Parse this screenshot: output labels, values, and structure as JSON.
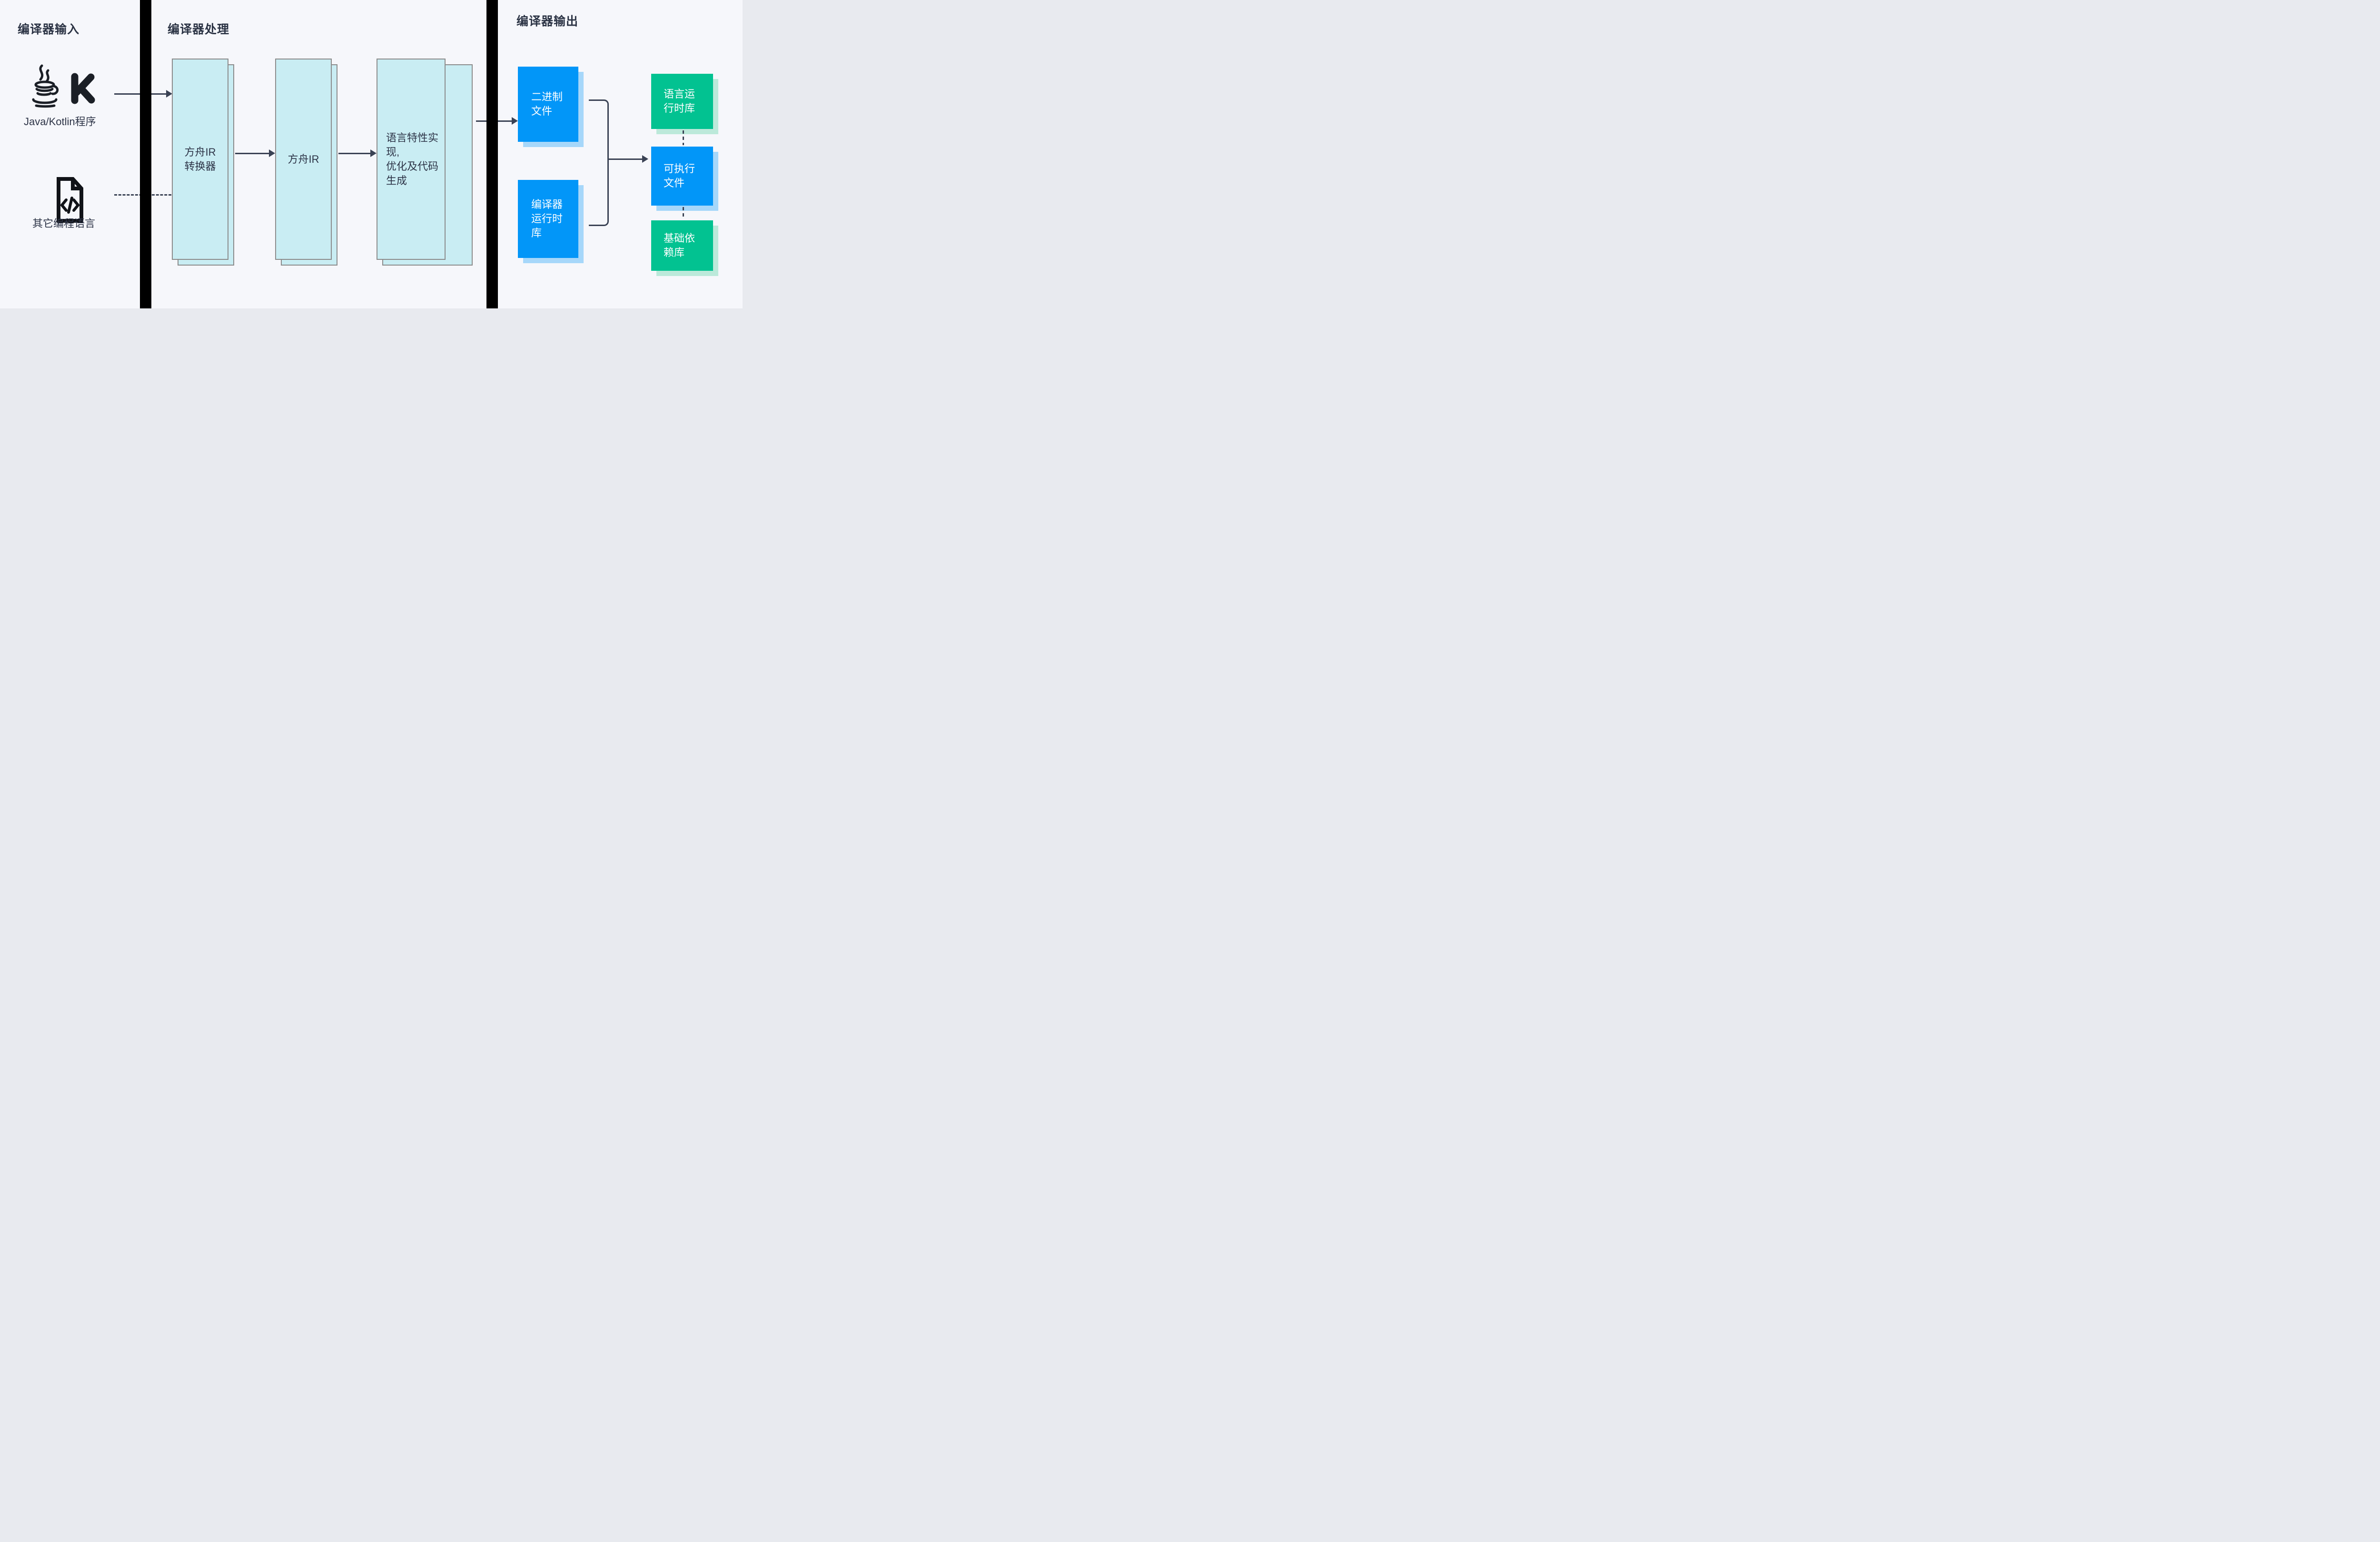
{
  "diagram": {
    "background": "#f6f7fb",
    "divider_color": "#000000",
    "line_color": "#3a4254",
    "sections": {
      "input": {
        "title": "编译器输入",
        "java_kotlin_label": "Java/Kotlin程序",
        "other_languages_label": "其它编程语言",
        "icons": [
          "java-logo",
          "kotlin-logo",
          "code-file"
        ]
      },
      "process": {
        "title": "编译器处理",
        "box_fill": "#c9edf3",
        "box_border": "#8c8c8c",
        "boxes": [
          {
            "label": "方舟IR\n转换器"
          },
          {
            "label": "方舟IR"
          },
          {
            "label": "语言特性实现,\n优化及代码生成"
          }
        ]
      },
      "output": {
        "title": "编译器输出",
        "blue_fill": "#0296f8",
        "blue_shadow": "#a6d7fa",
        "green_fill": "#02c291",
        "green_shadow": "#bce9da",
        "artifact_boxes": [
          {
            "label": "二进制\n文件",
            "color": "blue"
          },
          {
            "label": "编译器\n运行时\n库",
            "color": "blue"
          }
        ],
        "result_boxes": [
          {
            "label": "语言运\n行时库",
            "color": "green"
          },
          {
            "label": "可执行\n文件",
            "color": "blue"
          },
          {
            "label": "基础依\n赖库",
            "color": "green"
          }
        ]
      }
    }
  }
}
